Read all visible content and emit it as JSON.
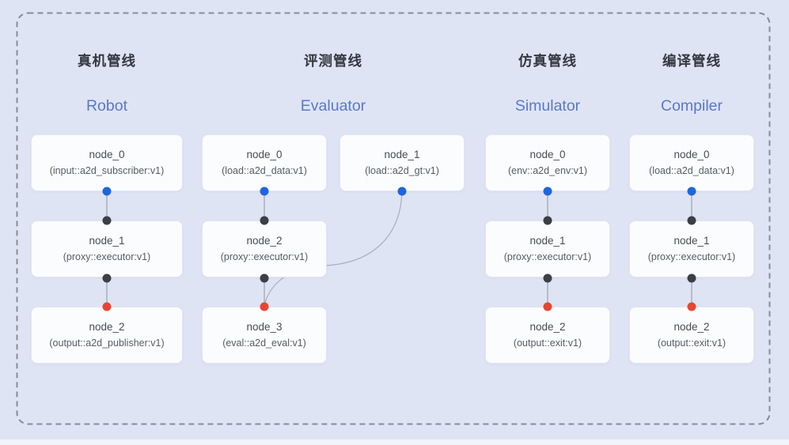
{
  "diagram": {
    "description_names": {
      "container": "pipeline-overview-panel"
    }
  },
  "pipelines": [
    {
      "id": "robot",
      "title_zh": "真机管线",
      "title_en": "Robot",
      "nodes": [
        {
          "name": "node_0",
          "type": "(input::a2d_subscriber:v1)"
        },
        {
          "name": "node_1",
          "type": "(proxy::executor:v1)"
        },
        {
          "name": "node_2",
          "type": "(output::a2d_publisher:v1)"
        }
      ]
    },
    {
      "id": "evaluator",
      "title_zh": "评测管线",
      "title_en": "Evaluator",
      "nodes": [
        {
          "name": "node_0",
          "type": "(load::a2d_data:v1)"
        },
        {
          "name": "node_1",
          "type": "(load::a2d_gt:v1)"
        },
        {
          "name": "node_2",
          "type": "(proxy::executor:v1)"
        },
        {
          "name": "node_3",
          "type": "(eval::a2d_eval:v1)"
        }
      ]
    },
    {
      "id": "simulator",
      "title_zh": "仿真管线",
      "title_en": "Simulator",
      "nodes": [
        {
          "name": "node_0",
          "type": "(env::a2d_env:v1)"
        },
        {
          "name": "node_1",
          "type": "(proxy::executor:v1)"
        },
        {
          "name": "node_2",
          "type": "(output::exit:v1)"
        }
      ]
    },
    {
      "id": "compiler",
      "title_zh": "编译管线",
      "title_en": "Compiler",
      "nodes": [
        {
          "name": "node_0",
          "type": "(load::a2d_data:v1)"
        },
        {
          "name": "node_1",
          "type": "(proxy::executor:v1)"
        },
        {
          "name": "node_2",
          "type": "(output::exit:v1)"
        }
      ]
    }
  ],
  "colors": {
    "background": "#dfe4f5",
    "bottom_strip": "#f0f3fa",
    "dashed_border": "#878d96",
    "box_fill": "#fbfcfe",
    "box_border": "#e4e7ed",
    "title_zh": "#33373e",
    "title_en": "#5a78ca",
    "node_name": "#474c54",
    "node_type": "#565c64",
    "dot_blue": "#1f66dd",
    "dot_black": "#3b3f46",
    "dot_red": "#e84532",
    "edge": "#99a1b0",
    "edge_curve": "#aab2c2"
  }
}
